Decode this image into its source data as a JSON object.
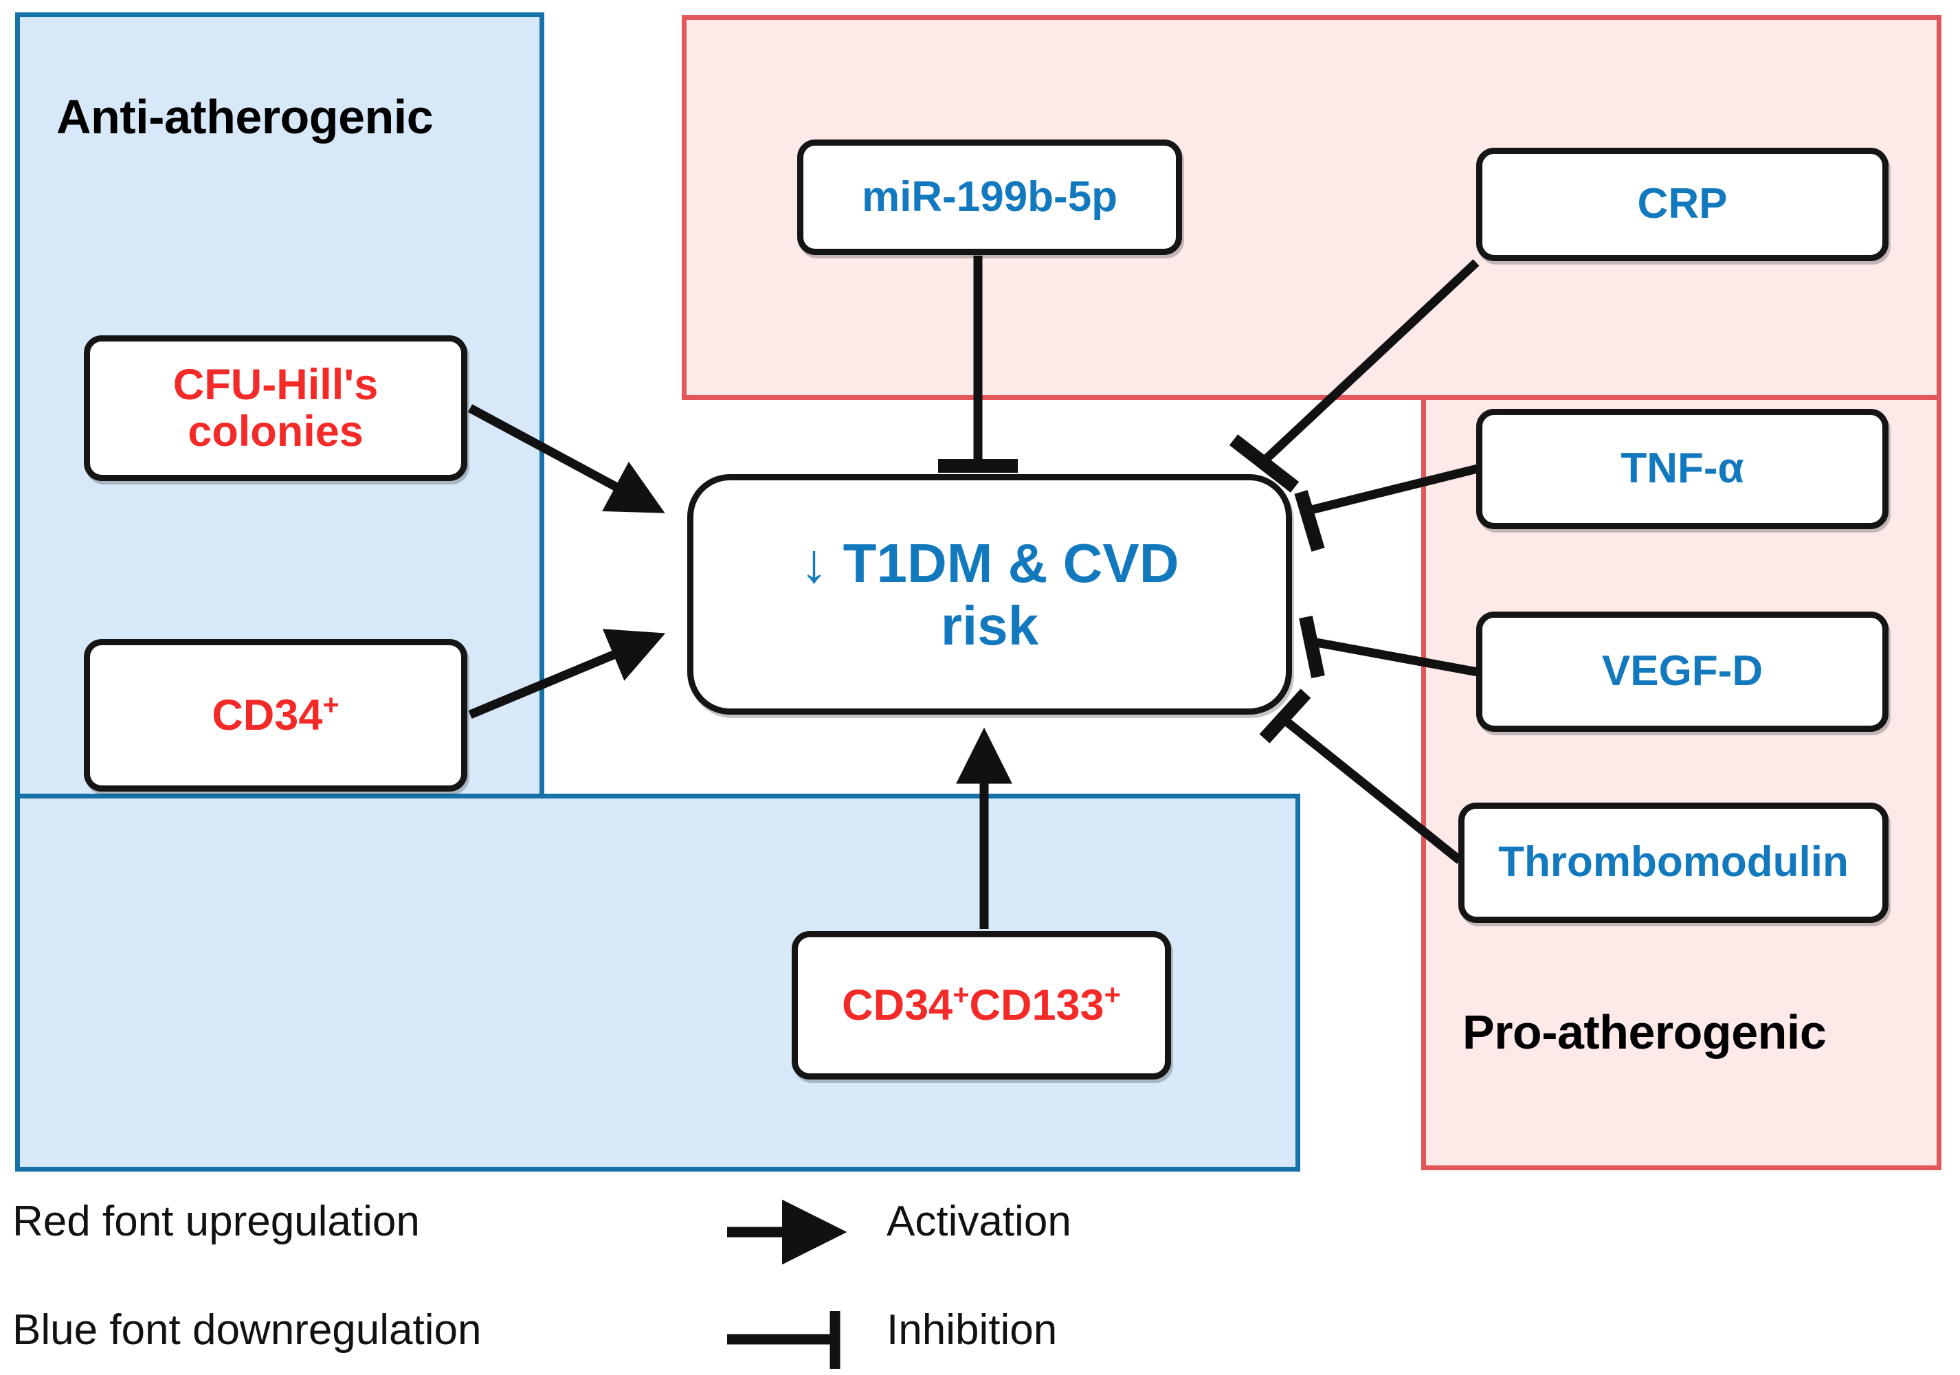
{
  "figure": {
    "regions": [
      {
        "id": "anti",
        "label": "Anti-atherogenic",
        "fill": "#d7e9f8",
        "stroke": "#1671a8"
      },
      {
        "id": "pro",
        "label": "Pro-atherogenic",
        "fill": "#fce9e8",
        "stroke": "#e2575b"
      }
    ],
    "colors": {
      "upregulated_text": "#f32a28",
      "downregulated_text": "#1379bf",
      "node_border": "#151515",
      "node_fill": "#ffffff",
      "connector": "#111111"
    },
    "nodes": {
      "cfu_hill": {
        "label": "CFU-Hill's\ncolonies",
        "regulation": "up",
        "region": "anti"
      },
      "cd34": {
        "label_main": "CD34",
        "label_sup": "+",
        "regulation": "up",
        "region": "anti"
      },
      "cd34cd133": {
        "label_a": "CD34",
        "sup_a": "+",
        "label_b": "CD133",
        "sup_b": "+",
        "regulation": "up",
        "region": "anti"
      },
      "mir199b5p": {
        "label": "miR-199b-5p",
        "regulation": "down",
        "region": "pro"
      },
      "crp": {
        "label": "CRP",
        "regulation": "down",
        "region": "pro"
      },
      "tnf_alpha": {
        "label": "TNF-α",
        "regulation": "down",
        "region": "pro"
      },
      "vegf_d": {
        "label": "VEGF-D",
        "regulation": "down",
        "region": "pro"
      },
      "thrombomodulin": {
        "label": "Thrombomodulin",
        "regulation": "down",
        "region": "pro"
      },
      "center": {
        "label": "↓ T1DM & CVD\nrisk",
        "regulation": "down",
        "region": "none"
      }
    },
    "edges": [
      {
        "from": "cfu_hill",
        "to": "center",
        "type": "activation"
      },
      {
        "from": "cd34",
        "to": "center",
        "type": "activation"
      },
      {
        "from": "cd34cd133",
        "to": "center",
        "type": "activation"
      },
      {
        "from": "mir199b5p",
        "to": "center",
        "type": "inhibition"
      },
      {
        "from": "crp",
        "to": "center",
        "type": "inhibition"
      },
      {
        "from": "tnf_alpha",
        "to": "center",
        "type": "inhibition"
      },
      {
        "from": "vegf_d",
        "to": "center",
        "type": "inhibition"
      },
      {
        "from": "thrombomodulin",
        "to": "center",
        "type": "inhibition"
      }
    ],
    "legend": {
      "red_font": "Red font upregulation",
      "blue_font": "Blue font downregulation",
      "activation": "Activation",
      "inhibition": "Inhibition"
    }
  }
}
